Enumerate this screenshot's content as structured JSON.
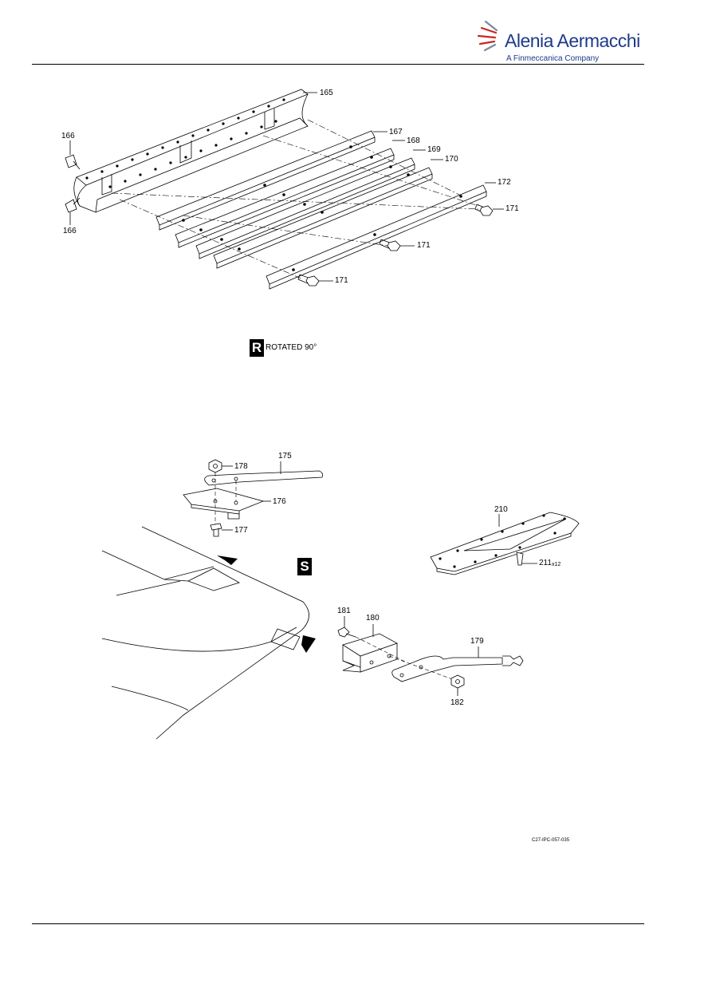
{
  "header": {
    "company_name": "Alenia Aermacchi",
    "company_subtitle": "A Finmeccanica Company"
  },
  "view_r": {
    "badge": "R",
    "note": "ROTATED 90°"
  },
  "view_s": {
    "badge": "S"
  },
  "callouts": {
    "c165": "165",
    "c166a": "166",
    "c166b": "166",
    "c167": "167",
    "c168": "168",
    "c169": "169",
    "c170": "170",
    "c171a": "171",
    "c171b": "171",
    "c171c": "171",
    "c172": "172",
    "c175": "175",
    "c176": "176",
    "c177": "177",
    "c178": "178",
    "c179": "179",
    "c180": "180",
    "c181": "181",
    "c182": "182",
    "c210": "210",
    "c211": "211",
    "c211_qty": "x12"
  },
  "figure_code": "C27-IPC-057-035"
}
